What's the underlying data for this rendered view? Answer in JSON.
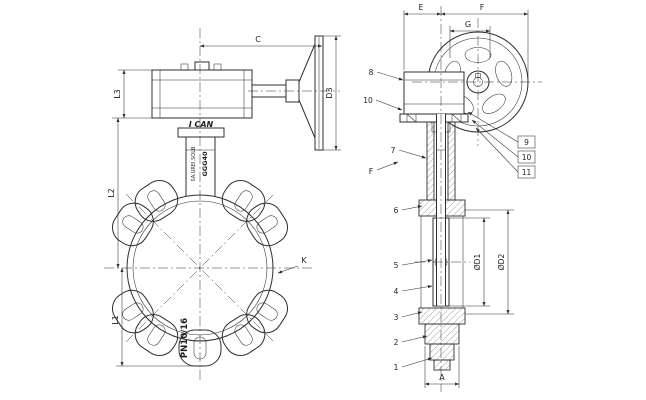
{
  "title": "Wafer butterfly valve with gear actuator and handwheel - dimensional drawing",
  "colors": {
    "ink": "#2f2f2f",
    "background": "#ffffff"
  },
  "front": {
    "dim_c": "C",
    "dim_d3": "D3",
    "dim_l3": "L3",
    "dim_l2": "L2",
    "dim_l1": "L1",
    "dim_k": "K",
    "actuator_label": "I CAN",
    "neck_brand": "SA.UREI.SOLB",
    "neck_material": "GGG40",
    "body_rating": "PN10/16"
  },
  "section": {
    "dim_e": "E",
    "dim_f_top": "F",
    "dim_g": "G",
    "dim_a": "A",
    "dim_d1": "ØD1",
    "dim_d2": "ØD2",
    "marker_f": "F",
    "callouts_left": {
      "c1": "1",
      "c2": "2",
      "c3": "3",
      "c4": "4",
      "c5": "5",
      "c6": "6",
      "c7": "7",
      "c8": "8",
      "c10": "10"
    },
    "callouts_right": {
      "c9": "9",
      "c10": "10",
      "c11": "11"
    }
  }
}
